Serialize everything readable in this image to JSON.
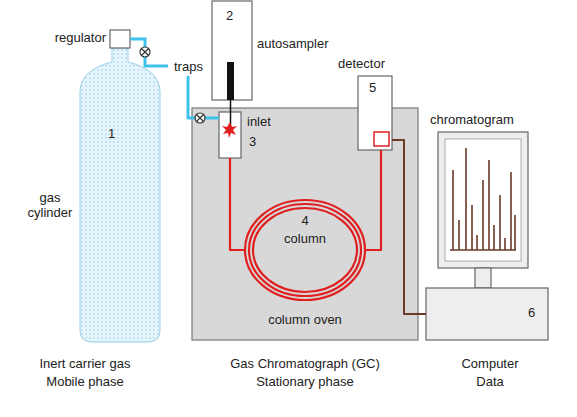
{
  "diagram": {
    "nodes": [
      {
        "text": [
          "1",
          "gas cylinder"
        ]
      },
      {
        "text": [
          "traps"
        ]
      },
      {
        "text": [
          "2",
          "autosampler"
        ]
      },
      {
        "text": [
          "column oven"
        ]
      },
      {
        "text": [
          "inlet",
          "3"
        ],
        "in": 3
      },
      {
        "text": [
          "4",
          "column"
        ],
        "in": 3
      },
      {
        "text": [
          "5",
          "detector"
        ],
        "in": 3
      },
      {
        "text": [
          "chromatogram"
        ]
      },
      {
        "text": [
          "6"
        ]
      }
    ],
    "edges": [
      {
        "from": 0,
        "to": 1,
        "arrow": "none"
      },
      {
        "from": 1,
        "to": 4,
        "arrow": "none"
      },
      {
        "from": 4,
        "to": 5,
        "arrow": "none"
      },
      {
        "from": 5,
        "to": 6,
        "arrow": "none"
      },
      {
        "from": 6,
        "to": 8,
        "arrow": "none"
      }
    ],
    "labels": [
      "regulator",
      "Inert carrier gas",
      "Mobile phase",
      "Gas Chromatograph (GC)",
      "Stationary phase",
      "Computer",
      "Data"
    ]
  }
}
